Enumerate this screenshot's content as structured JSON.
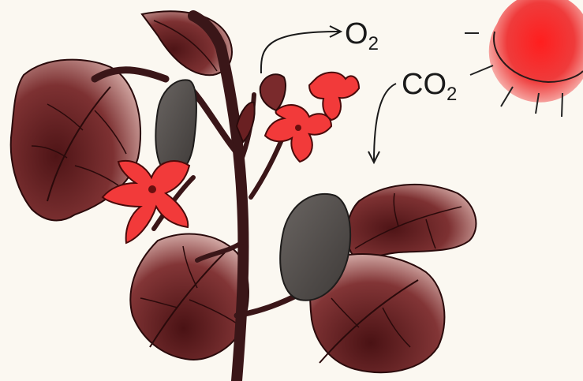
{
  "labels": {
    "o2": {
      "base": "O",
      "sub": "2"
    },
    "co2": {
      "base": "CO",
      "sub": "2"
    }
  },
  "colors": {
    "background": "#fbf8f1",
    "leaf_dark": "#5a1a1c",
    "leaf_mid": "#8a3a3a",
    "leaf_light": "#e9c9c4",
    "flower": "#f23a3a",
    "fruit": "#4a4644",
    "stem": "#3a1618",
    "sun": "#ef2a2a",
    "arrow": "#1a1a1a"
  },
  "icons": {
    "sun": "sun-icon",
    "o2_arrow": "arrow-right-icon",
    "co2_arrow": "arrow-down-icon"
  }
}
